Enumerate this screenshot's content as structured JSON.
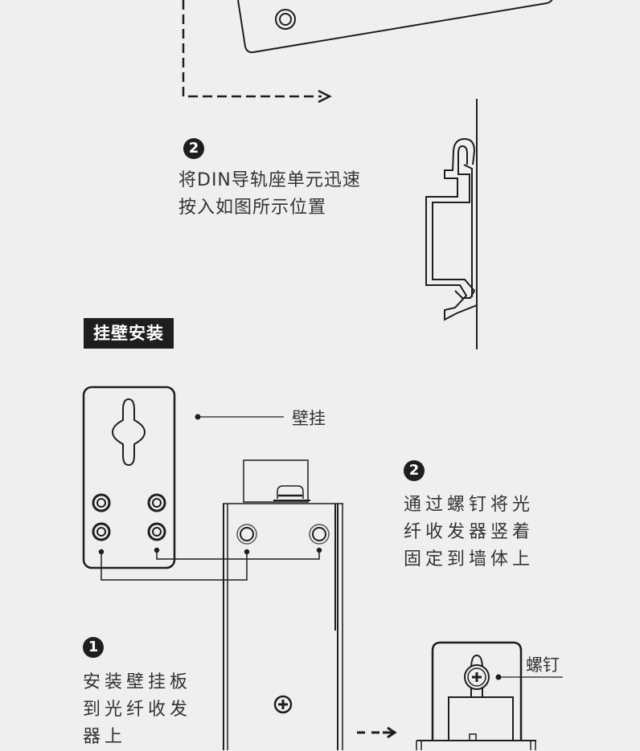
{
  "din_rail_section": {
    "step2": {
      "badge": "2",
      "text": "将DIN导轨座单元迅速\n按入如图所示位置"
    }
  },
  "wall_mount_section": {
    "title": "挂壁安装",
    "wall_plate_label": "壁挂",
    "step1": {
      "badge": "1",
      "text": "安装壁挂板\n到光纤收发\n器上"
    },
    "step2": {
      "badge": "2",
      "text": "通过螺钉将光\n纤收发器竖着\n固定到墙体上"
    },
    "screw_label": "螺钉"
  }
}
